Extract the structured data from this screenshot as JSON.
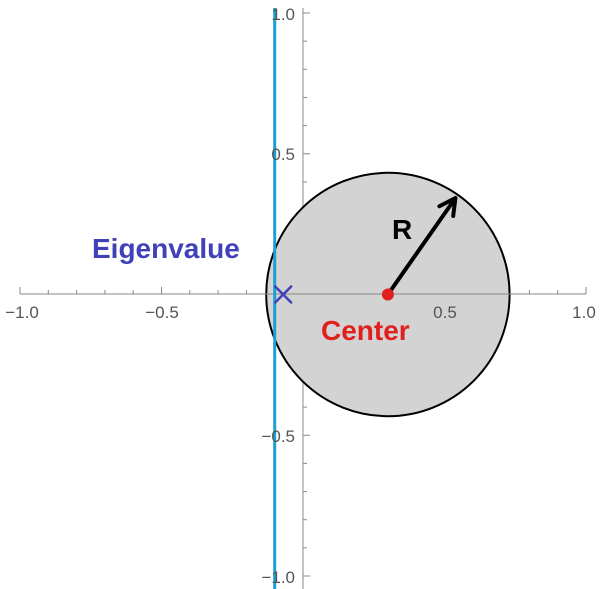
{
  "chart_data": {
    "type": "scatter",
    "xlim": [
      -1.0,
      1.0
    ],
    "ylim": [
      -1.0,
      1.0
    ],
    "x_tick_labels": [
      "−1.0",
      "−0.5",
      "0.5",
      "1.0"
    ],
    "y_tick_labels": [
      "1.0",
      "0.5",
      "−0.5",
      "−1.0"
    ],
    "disk": {
      "center": [
        0.3,
        0.0
      ],
      "radius": 0.43,
      "fill": "#d3d3d3",
      "stroke": "#000000"
    },
    "vertical_line_x": -0.1,
    "vertical_line_color": "#1a9fd6",
    "eigenvalue": {
      "x": -0.07,
      "y": 0.0,
      "color": "#4040b8"
    },
    "center_point_color": "#e0201c",
    "labels": {
      "eigenvalue": "Eigenvalue",
      "center": "Center",
      "radius": "R"
    },
    "colors": {
      "eigenvalue_label": "#4040b8",
      "center_label": "#e0201c",
      "radius_label": "#000000"
    }
  }
}
